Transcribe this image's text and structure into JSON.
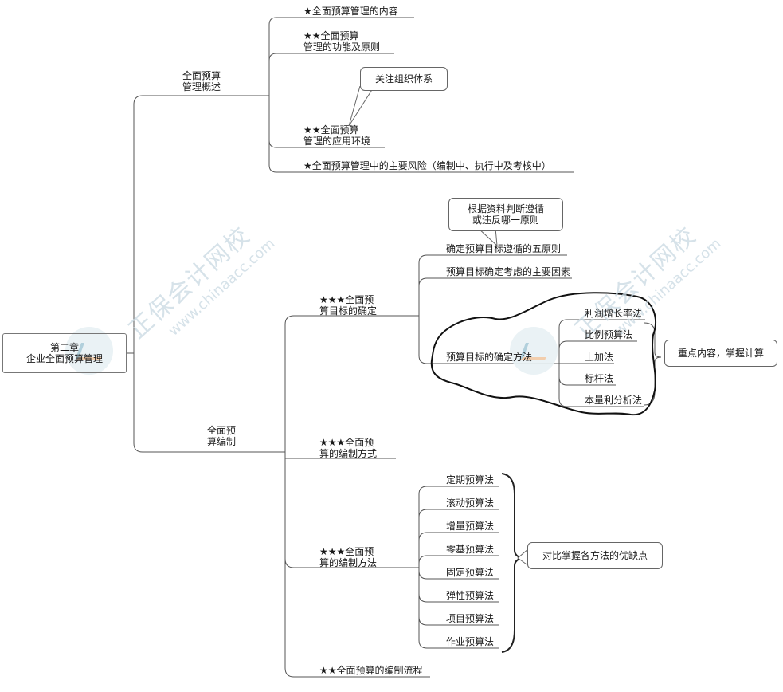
{
  "root": {
    "line1": "第二章",
    "line2": "企业全面预算管理"
  },
  "branch1": {
    "label_line1": "全面预算",
    "label_line2": "管理概述",
    "items": [
      {
        "text": "★全面预算管理的内容"
      },
      {
        "line1": "★★全面预算",
        "line2": "管理的功能及原则"
      },
      {
        "line1": "★★全面预算",
        "line2": "管理的应用环境"
      },
      {
        "text": "★全面预算管理中的主要风险（编制中、执行中及考核中）"
      }
    ],
    "callout": "关注组织体系"
  },
  "branch2": {
    "label_line1": "全面预",
    "label_line2": "算编制",
    "goal": {
      "label_line1": "★★★全面预",
      "label_line2": "算目标的确定",
      "items": [
        "确定预算目标遵循的五原则",
        "预算目标确定考虑的主要因素",
        "预算目标的确定方法"
      ],
      "callout_line1": "根据资料判断遵循",
      "callout_line2": "或违反哪一原则",
      "methods": [
        "利润增长率法",
        "比例预算法",
        "上加法",
        "标杆法",
        "本量利分析法"
      ],
      "methods_callout": "重点内容，掌握计算"
    },
    "mode": {
      "label_line1": "★★★全面预",
      "label_line2": "算的编制方式"
    },
    "methods": {
      "label_line1": "★★★全面预",
      "label_line2": "算的编制方法",
      "items": [
        "定期预算法",
        "滚动预算法",
        "增量预算法",
        "零基预算法",
        "固定预算法",
        "弹性预算法",
        "项目预算法",
        "作业预算法"
      ],
      "callout": "对比掌握各方法的优缺点"
    },
    "process": {
      "text": "★★全面预算的编制流程"
    }
  },
  "watermark": {
    "cn": "正保会计网校",
    "en": "www.chinaacc.com"
  }
}
